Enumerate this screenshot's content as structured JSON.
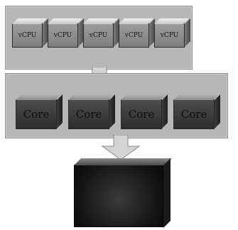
{
  "vcpus": [
    "vCPU",
    "vCPU",
    "vCPU",
    "vCPU",
    "vCPU"
  ],
  "cores": [
    "Core",
    "Core",
    "Core",
    "Core"
  ],
  "colors": {
    "panel": "#b7b7b7",
    "vcpu_fill": "#8a8a8a",
    "core_fill": "#3a3a3a",
    "chip_fill": "#141414",
    "arrow_fill": "#cfcfcf"
  }
}
